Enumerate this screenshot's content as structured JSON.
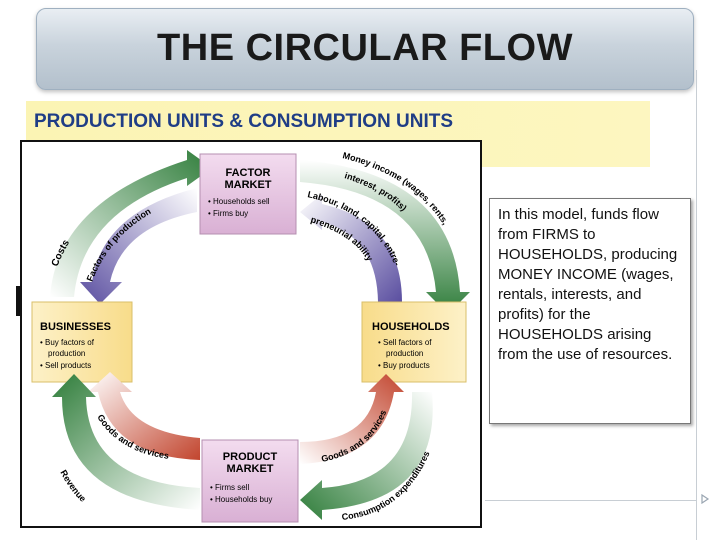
{
  "slide": {
    "title": "THE CIRCULAR FLOW",
    "subtitle": "PRODUCTION UNITS & CONSUMPTION UNITS"
  },
  "callout": {
    "text": "In this model, funds flow from FIRMS to HOUSEHOLDS, producing MONEY INCOME (wages, rentals, interests, and profits) for the HOUSEHOLDS arising from the use of resources."
  },
  "diagram": {
    "factor_market": {
      "title1": "FACTOR",
      "title2": "MARKET",
      "item1": "• Households sell",
      "item2": "• Firms buy"
    },
    "product_market": {
      "title1": "PRODUCT",
      "title2": "MARKET",
      "item1": "• Firms sell",
      "item2": "• Households buy"
    },
    "businesses": {
      "title": "BUSINESSES",
      "item1": "• Buy factors of",
      "item1b": "production",
      "item2": "• Sell products"
    },
    "households": {
      "title": "HOUSEHOLDS",
      "item1": "• Sell factors of",
      "item1b": "production",
      "item2": "• Buy products"
    },
    "flows": {
      "costs": "Costs",
      "factors_of_production": "Factors of production",
      "money_income": "Money income (wages, rents,",
      "money_income_2": "interest, profits)",
      "labour": "Labour, land, capital, entre-",
      "labour_2": "preneurial ability",
      "goods_services_left": "Goods and services",
      "revenue": "Revenue",
      "goods_services_right": "Goods and services",
      "consumption": "Consumption expenditures"
    }
  },
  "colors": {
    "title_text": "#1a1a1a",
    "subtitle_text": "#1f3d86",
    "subtitle_bg": "#fbf4b4",
    "box_pink": "#e7c7e3",
    "box_yellow": "#fbe9b3",
    "green_arrow": "#2f7d3a",
    "purple_arrow": "#5a4ea0",
    "red_arrow": "#c2452e"
  }
}
